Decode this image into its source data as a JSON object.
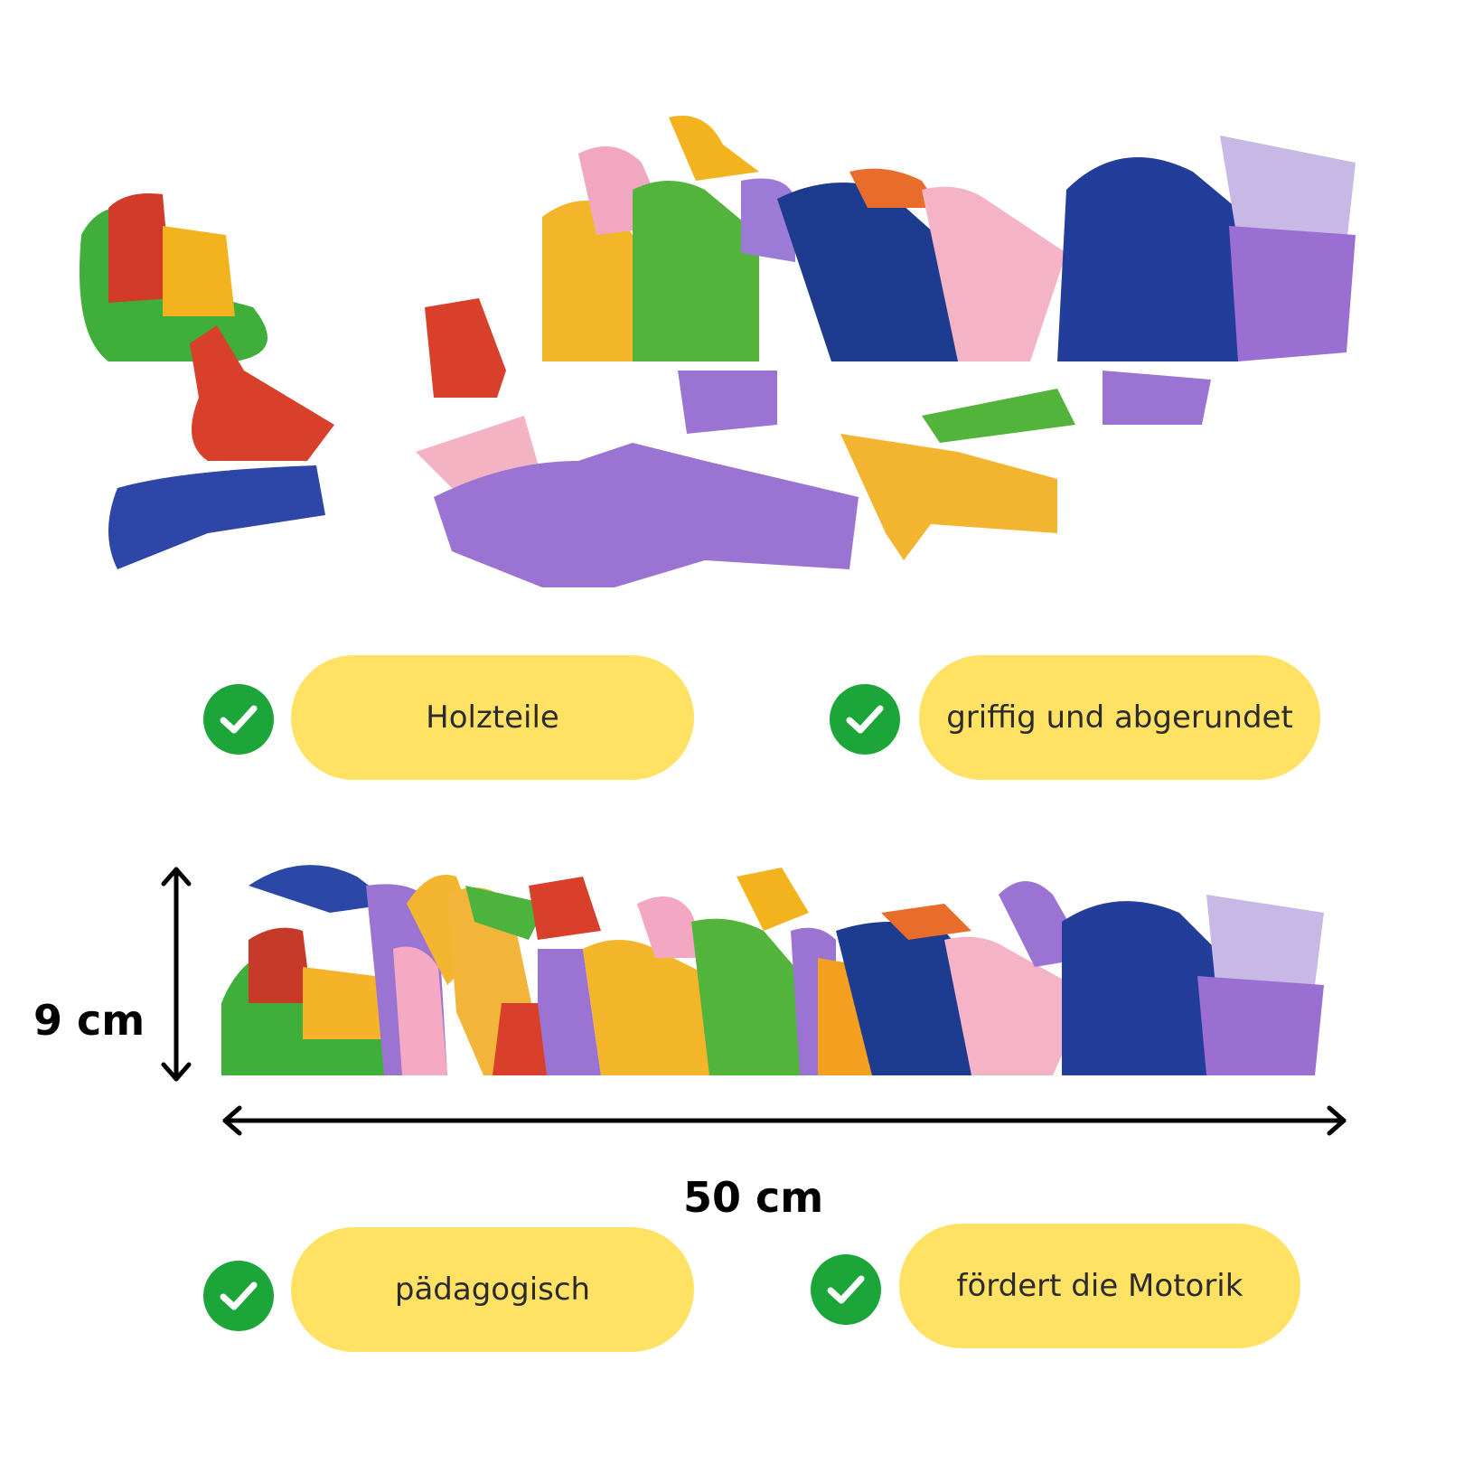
{
  "features": [
    {
      "label": "Holzteile"
    },
    {
      "label": "griffig und abgerundet"
    },
    {
      "label": "pädagogisch"
    },
    {
      "label": "fördert die Motorik"
    }
  ],
  "dimensions": {
    "height_label": "9 cm",
    "width_label": "50 cm"
  },
  "colors": {
    "pill": "#ffe264",
    "check": "#1ca63a",
    "check_mark": "#ffffff",
    "text": "#2b2b2b",
    "arrow": "#000000"
  },
  "icons": {
    "check": "check-circle-icon",
    "arrow_vertical": "double-arrow-vertical-icon",
    "arrow_horizontal": "double-arrow-horizontal-icon"
  }
}
